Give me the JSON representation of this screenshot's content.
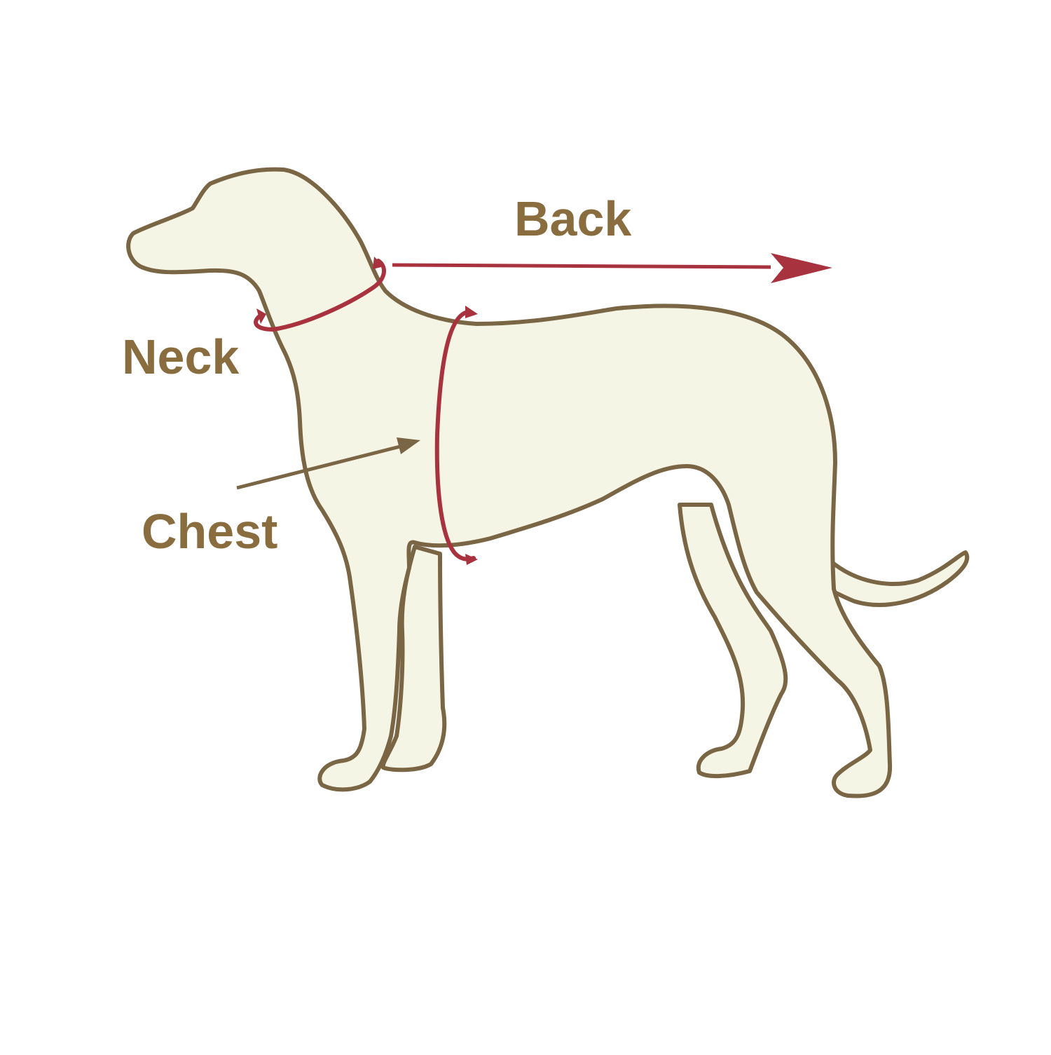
{
  "labels": {
    "back": "Back",
    "neck": "Neck",
    "chest": "Chest"
  },
  "colors": {
    "background": "#ffffff",
    "body_fill": "#f5f5e6",
    "outline": "#7a6644",
    "measure_line": "#a8333f",
    "label_text": "#8a6d3f",
    "pointer_arrow": "#7a6644"
  }
}
